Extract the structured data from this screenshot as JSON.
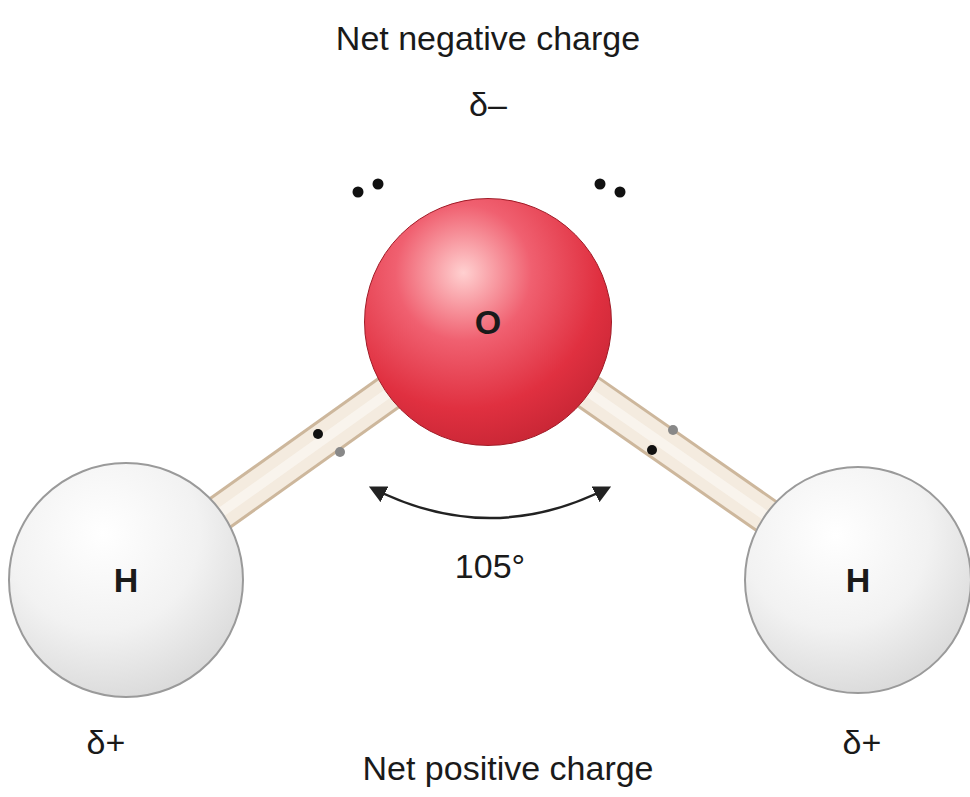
{
  "diagram": {
    "nodes": [
      {
        "text": [
          "O"
        ]
      },
      {
        "text": [
          "H"
        ]
      },
      {
        "text": [
          "H"
        ]
      }
    ],
    "edges": [
      {
        "from": 0,
        "to": 1,
        "arrow": "none"
      },
      {
        "from": 0,
        "to": 2,
        "arrow": "none"
      }
    ],
    "labels": [
      "Net negative charge",
      "δ–",
      "105°",
      "δ+",
      "δ+",
      "Net positive charge"
    ]
  }
}
